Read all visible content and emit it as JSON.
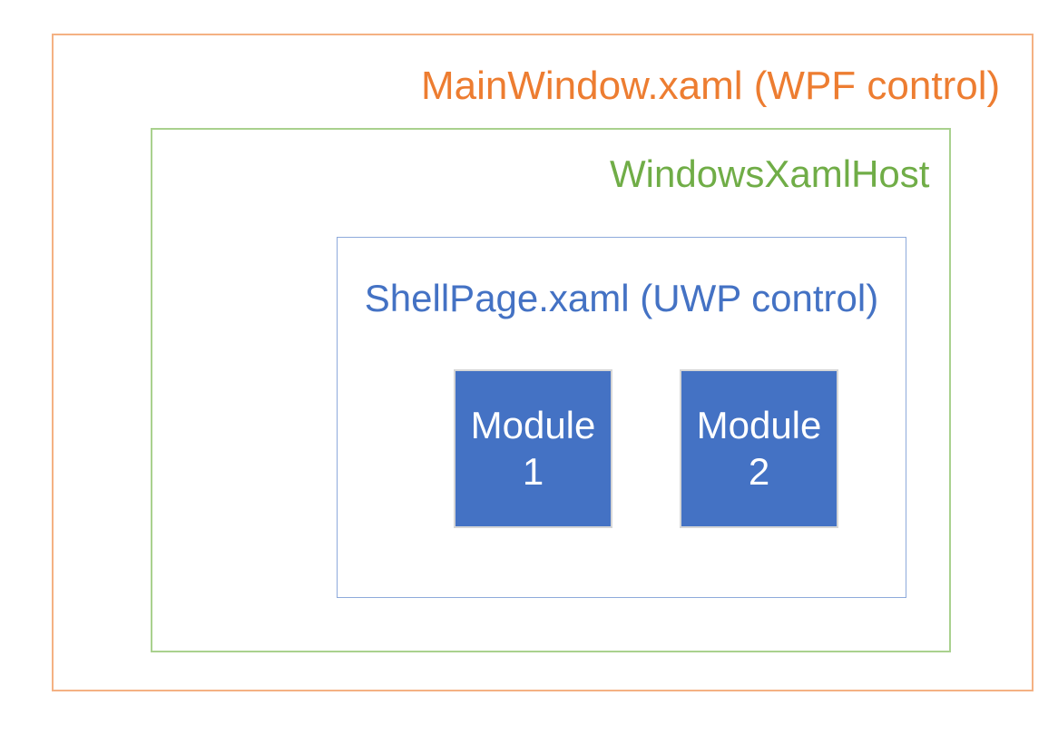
{
  "colors": {
    "background": "#FFFFFF",
    "mainwindow_text": "#ED7D31",
    "mainwindow_border": "#F4B183",
    "host_text": "#70AD47",
    "host_border": "#A9D18E",
    "shell_text": "#4472C4",
    "shell_border": "#8EAADB",
    "module_fill": "#4472C4",
    "module_border": "#D6D6D6",
    "module_text": "#FFFFFF"
  },
  "diagram": {
    "mainwindow": {
      "label": "MainWindow.xaml (WPF control)"
    },
    "host": {
      "label": "WindowsXamlHost"
    },
    "shell": {
      "label": "ShellPage.xaml (UWP control)"
    },
    "modules": [
      {
        "label": "Module 1"
      },
      {
        "label": "Module 2"
      }
    ]
  }
}
